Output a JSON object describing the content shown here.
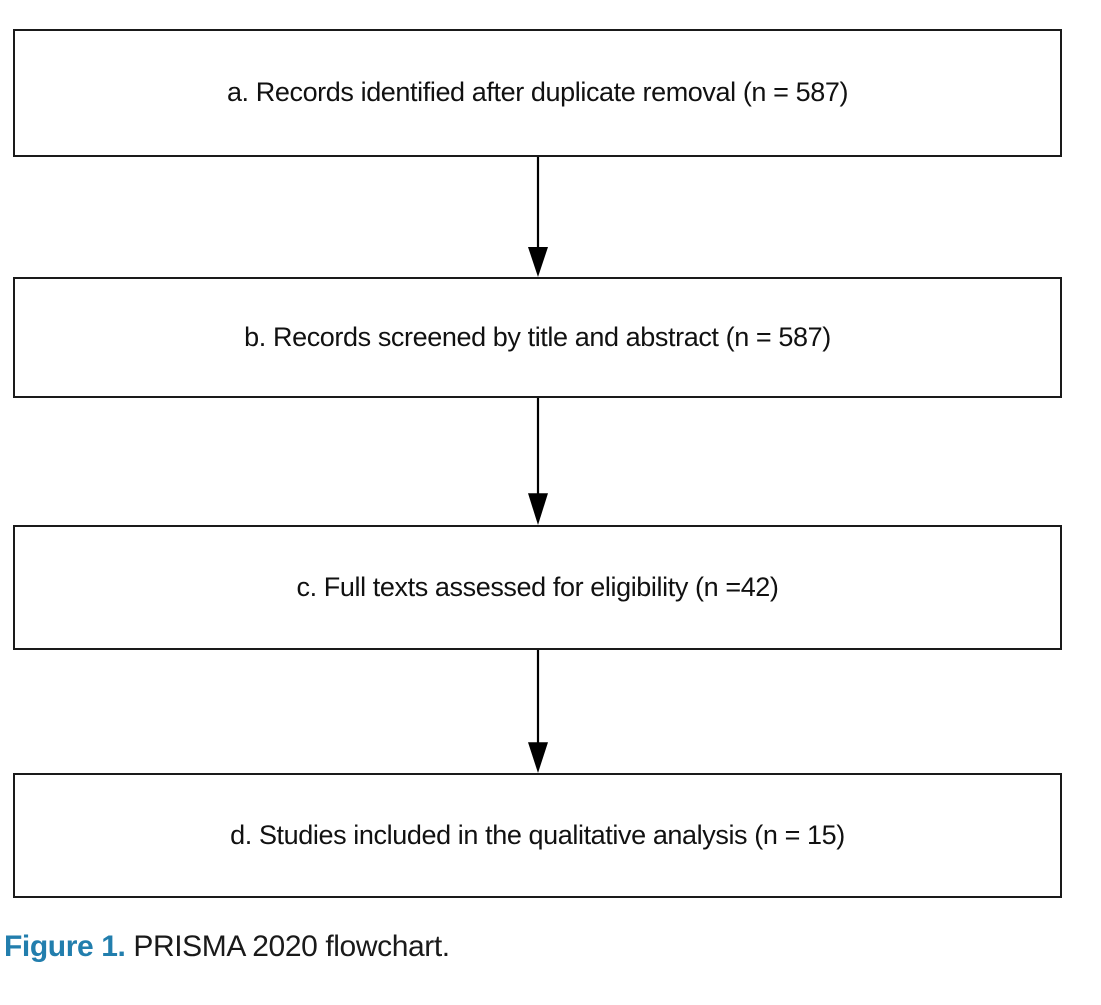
{
  "flowchart": {
    "boxes": [
      {
        "id": "a",
        "label": "a. Records identified after duplicate removal (n = 587)"
      },
      {
        "id": "b",
        "label": "b. Records screened by title and abstract (n = 587)"
      },
      {
        "id": "c",
        "label": "c. Full texts assessed for eligibility (n =42)"
      },
      {
        "id": "d",
        "label": "d. Studies included in the qualitative analysis (n = 15)"
      }
    ],
    "arrows": [
      {
        "from": "a",
        "to": "b",
        "direction": "down"
      },
      {
        "from": "b",
        "to": "c",
        "direction": "down"
      },
      {
        "from": "c",
        "to": "d",
        "direction": "down"
      }
    ]
  },
  "caption": {
    "number_label": "Figure 1.",
    "text": " PRISMA 2020 flowchart."
  },
  "colors": {
    "caption_accent": "#227EAD",
    "box_border": "#1a1a1a",
    "text": "#111111",
    "background": "#ffffff"
  }
}
